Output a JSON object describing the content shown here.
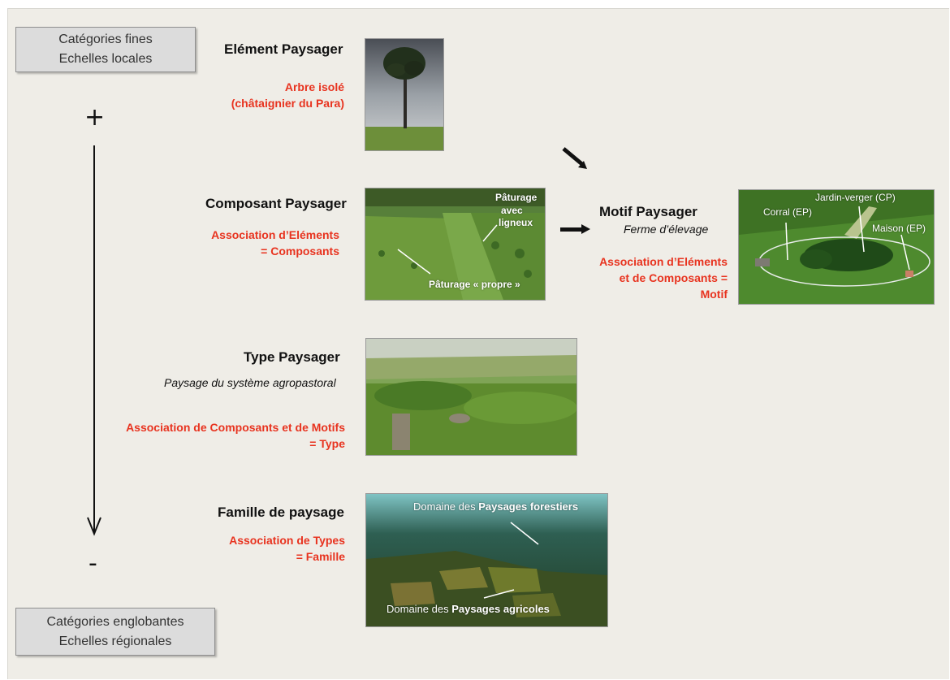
{
  "scale_top": {
    "line1": "Catégories fines",
    "line2": "Echelles locales"
  },
  "scale_bottom": {
    "line1": "Catégories englobantes",
    "line2": "Echelles régionales"
  },
  "plus_sign": "+",
  "minus_sign": "-",
  "element": {
    "title": "Elément Paysager",
    "red1": "Arbre isolé",
    "red2": "(châtaignier du Para)"
  },
  "composant": {
    "title": "Composant Paysager",
    "red1": "Association d’Eléments",
    "red2": "= Composants",
    "photo_label_1": "Pâturage",
    "photo_label_2": "avec",
    "photo_label_3": "ligneux",
    "photo_label_4": "Pâturage « propre »"
  },
  "motif": {
    "title": "Motif Paysager",
    "subtitle": "Ferme d’élevage",
    "red1": "Association d’Eléments",
    "red2": "et de Composants  =",
    "red3": "Motif",
    "photo_label_jardin": "Jardin-verger (CP)",
    "photo_label_corral": "Corral (EP)",
    "photo_label_maison": "Maison (EP)"
  },
  "type": {
    "title": "Type Paysager",
    "subtitle": "Paysage du système agropastoral",
    "red1": "Association de Composants et de Motifs",
    "red2": "= Type"
  },
  "famille": {
    "title": "Famille de paysage",
    "red1": "Association de Types",
    "red2": "= Famille",
    "forest_prefix": "Domaine des ",
    "forest_bold": "Paysages forestiers",
    "agri_prefix": "Domaine des ",
    "agri_bold": "Paysages agricoles"
  },
  "colors": {
    "red": "#e8331f",
    "background": "#efede7",
    "box": "#dcdcdc"
  }
}
